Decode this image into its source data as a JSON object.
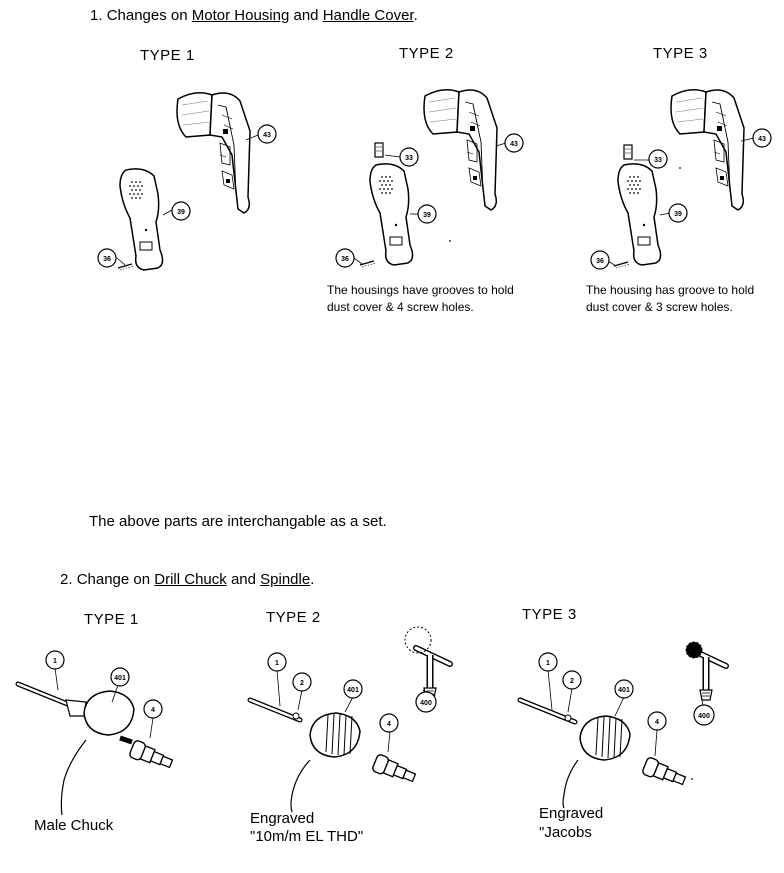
{
  "section1": {
    "number": "1.",
    "prefix": "Changes on",
    "part_a": "Motor Housing",
    "connector": "and",
    "part_b": "Handle Cover",
    "suffix": ".",
    "types": [
      "TYPE 1",
      "TYPE 2",
      "TYPE 3"
    ],
    "note_type2": "The housings have grooves to hold dust cover & 4 screw holes.",
    "note_type3": "The housing has groove to hold dust cover & 3 screw holes.",
    "interchange_note": "The above parts are interchangable as a set."
  },
  "section2": {
    "number": "2.",
    "prefix": "Change on",
    "part_a": "Drill Chuck",
    "connector": "and",
    "part_b": "Spindle",
    "suffix": ".",
    "types": [
      "TYPE 1",
      "TYPE 2",
      "TYPE 3"
    ],
    "label_type1": "Male Chuck",
    "label_type2_line1": "Engraved",
    "label_type2_line2": "\"10m/m EL THD\"",
    "label_type3_line1": "Engraved",
    "label_type3_line2": "\"Jacobs"
  },
  "callouts": {
    "c43": "43",
    "c39": "39",
    "c36": "36",
    "c33": "33",
    "c1": "1",
    "c2": "2",
    "c4": "4",
    "c401": "401",
    "c400": "400"
  }
}
